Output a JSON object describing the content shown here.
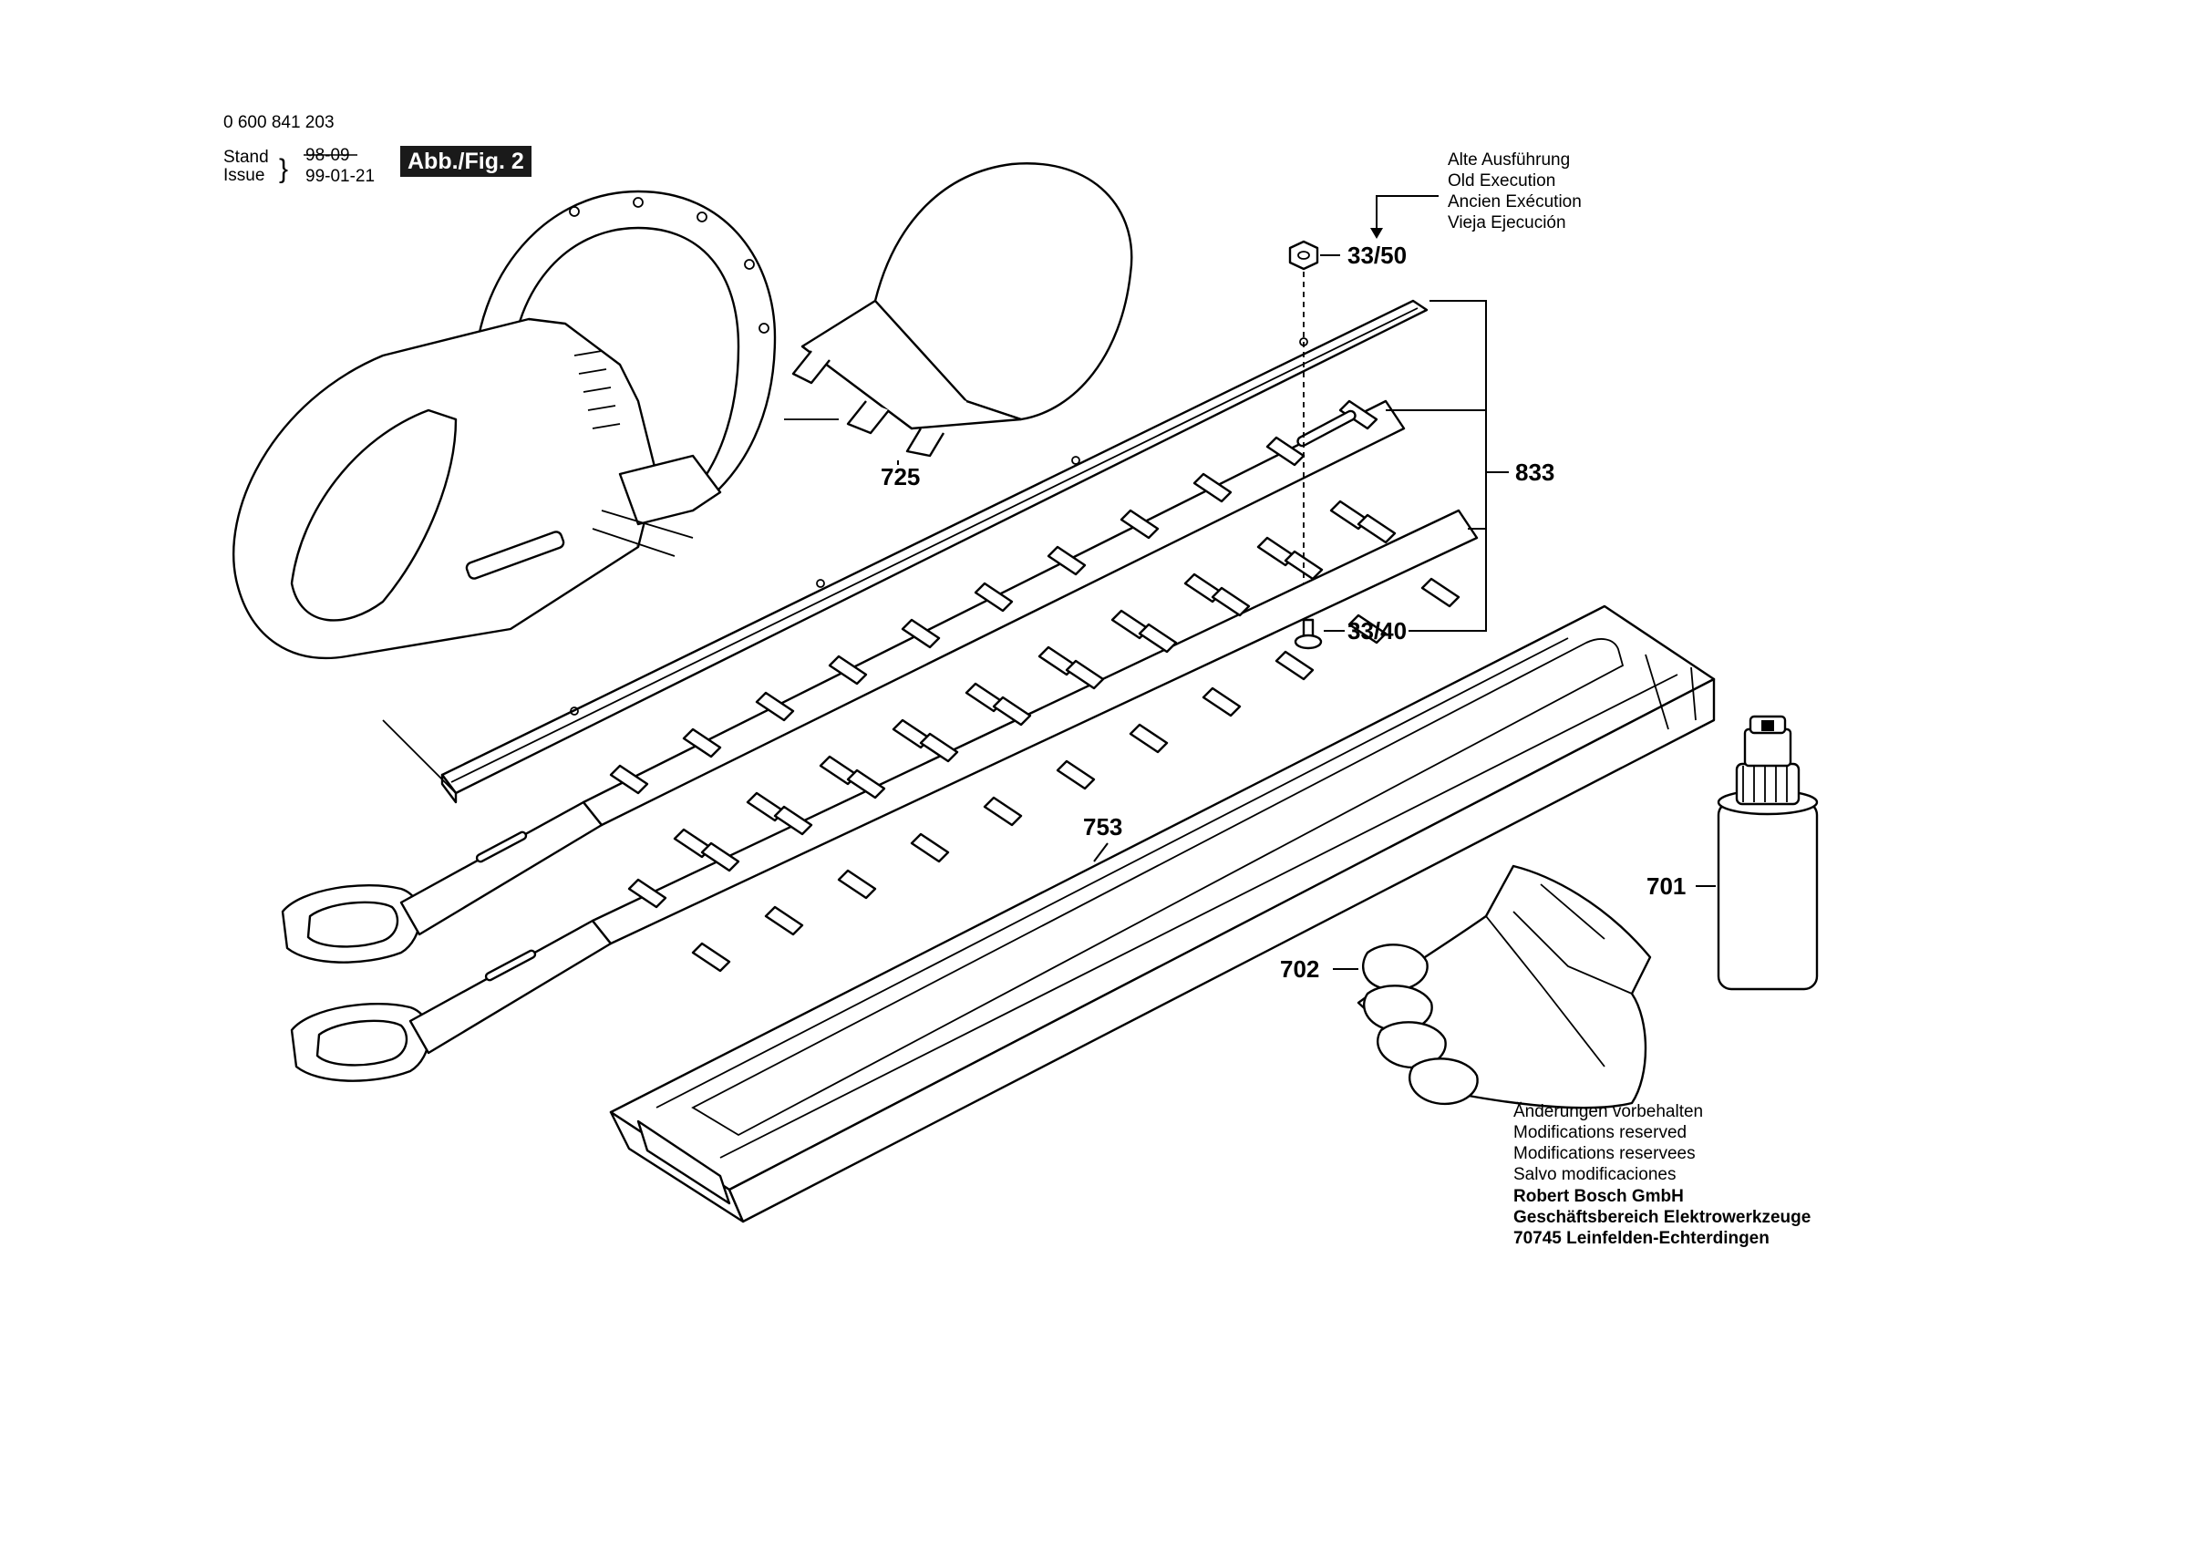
{
  "header": {
    "part_number": "0 600 841 203",
    "stand_label": "Stand",
    "issue_label": "Issue",
    "old_date": "98-09",
    "date": "99-01-21",
    "figure_tag": "Abb./Fig. 2"
  },
  "old_execution_note": [
    "Alte Ausführung",
    "Old Execution",
    "Ancien Exécution",
    "Vieja Ejecución"
  ],
  "callouts": {
    "p725": "725",
    "p3350": "33/50",
    "p833": "833",
    "p3340": "33/40",
    "p753": "753",
    "p701": "701",
    "p702": "702"
  },
  "footer": {
    "reserved": [
      "Änderungen vorbehalten",
      "Modifications reserved",
      "Modifications reservees",
      "Salvo modificaciones"
    ],
    "company": [
      "Robert Bosch GmbH",
      "Geschäftsbereich Elektrowerkzeuge",
      "70745 Leinfelden-Echterdingen"
    ]
  }
}
